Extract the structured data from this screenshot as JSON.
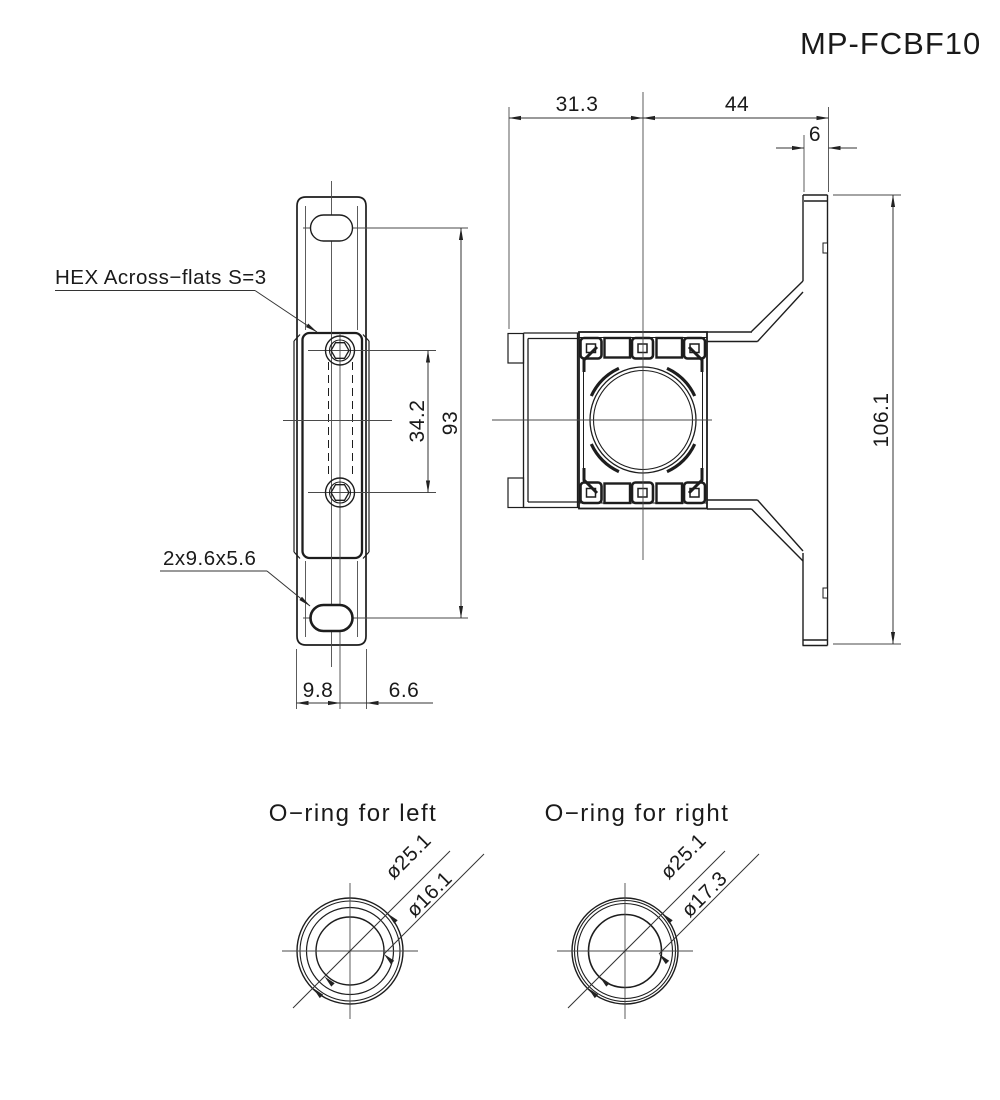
{
  "title": "MP-FCBF10",
  "front": {
    "hex_label": "HEX Across−flats S=3",
    "slot_label": "2x9.6x5.6",
    "dim_hole_spacing": "34.2",
    "dim_height": "93",
    "dim_left_offset": "9.8",
    "dim_right_offset": "6.6"
  },
  "side": {
    "dim_left_width": "31.3",
    "dim_right_width": "44",
    "dim_flange_thickness": "6",
    "dim_total_height": "106.1"
  },
  "orings": {
    "left": {
      "title": "O−ring for left",
      "outer_dia": "ø25.1",
      "inner_dia": "ø16.1"
    },
    "right": {
      "title": "O−ring for right",
      "outer_dia": "ø25.1",
      "inner_dia": "ø17.3"
    }
  },
  "colors": {
    "line": "#1d1d1d",
    "dimension": "#333333",
    "background": "#ffffff"
  }
}
